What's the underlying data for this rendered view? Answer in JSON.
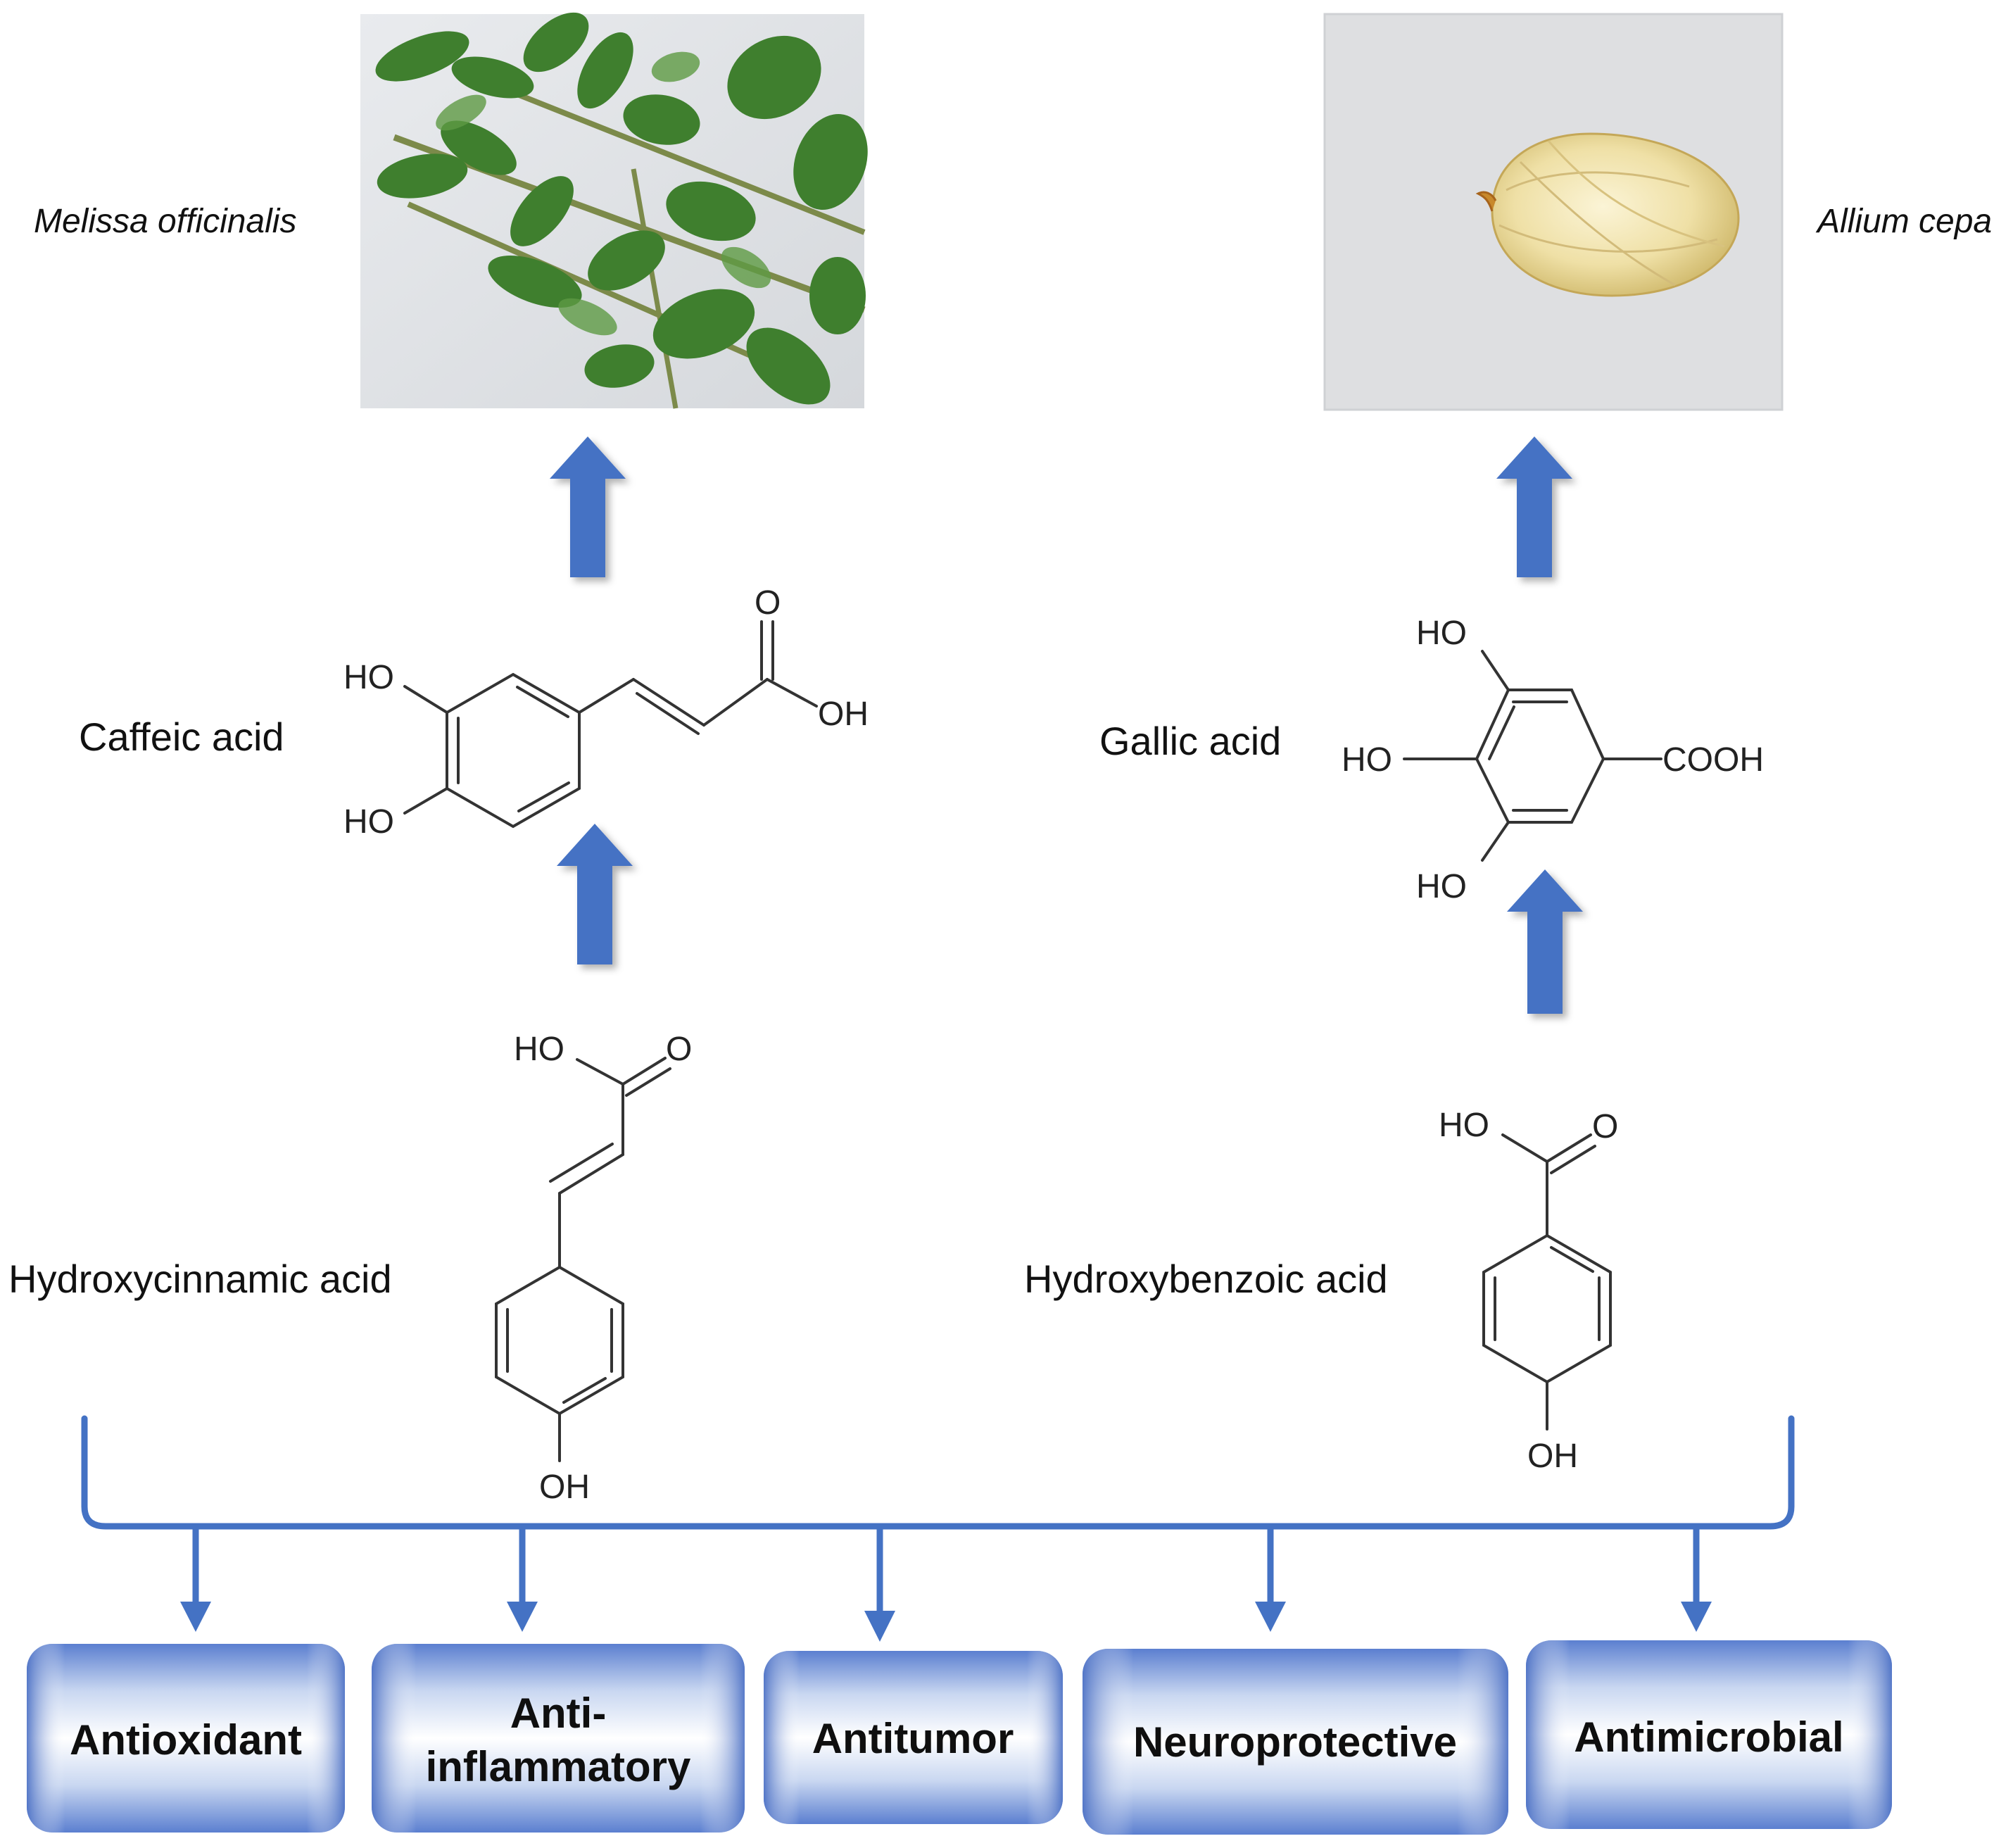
{
  "plants": {
    "left": {
      "species": "Melissa officinalis",
      "photo": "lemon-balm-leaves-photo"
    },
    "right": {
      "species": "Allium cepa",
      "photo": "onion-bulb-photo"
    }
  },
  "compounds": {
    "caffeic": {
      "name": "Caffeic acid",
      "atoms": [
        "HO",
        "HO",
        "O",
        "OH"
      ]
    },
    "gallic": {
      "name": "Gallic acid",
      "atoms": [
        "HO",
        "HO",
        "HO",
        "COOH"
      ]
    },
    "hydroxycinnamic": {
      "name": "Hydroxycinnamic acid",
      "atoms": [
        "HO",
        "O",
        "OH"
      ]
    },
    "hydroxybenzoic": {
      "name": "Hydroxybenzoic acid",
      "atoms": [
        "HO",
        "O",
        "OH"
      ]
    }
  },
  "effects": [
    {
      "lines": [
        "Antioxidant"
      ]
    },
    {
      "lines": [
        "Anti-",
        "inflammatory"
      ]
    },
    {
      "lines": [
        "Antitumor"
      ]
    },
    {
      "lines": [
        "Neuroprotective"
      ]
    },
    {
      "lines": [
        "Antimicrobial"
      ]
    }
  ],
  "colors": {
    "arrow": "#4472C4",
    "bracket": "#4472C4",
    "box_light": "#ffffff",
    "box_dark": "#5b7fd0"
  }
}
